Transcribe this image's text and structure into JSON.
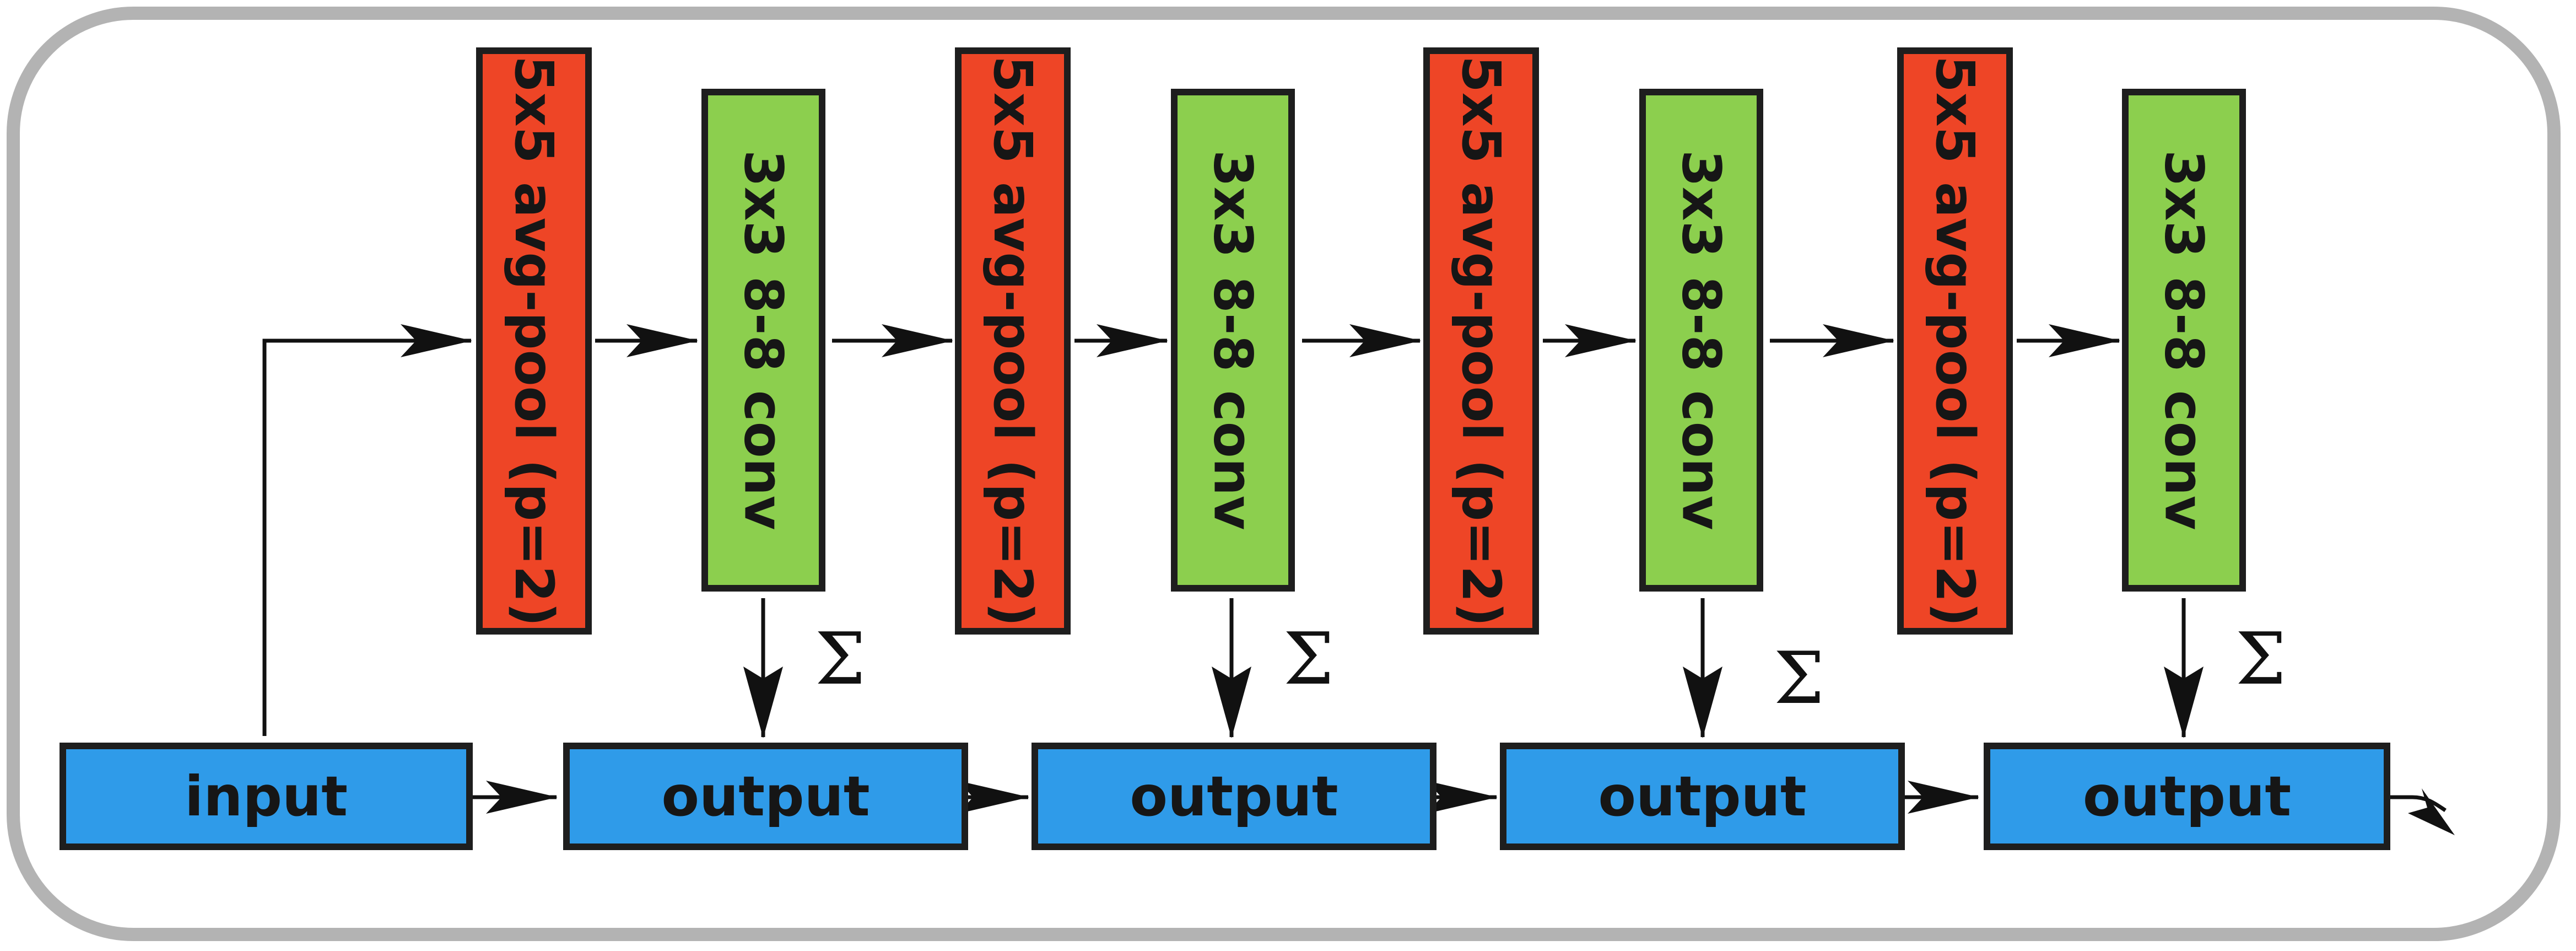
{
  "input_label": "input",
  "stages": [
    {
      "pool_label": "5x5 avg-pool (p=2)",
      "conv_label": "3x3 8-8 conv",
      "sum_symbol": "Σ",
      "output_label": "output"
    },
    {
      "pool_label": "5x5 avg-pool (p=2)",
      "conv_label": "3x3 8-8 conv",
      "sum_symbol": "Σ",
      "output_label": "output"
    },
    {
      "pool_label": "5x5 avg-pool (p=2)",
      "conv_label": "3x3 8-8 conv",
      "sum_symbol": "Σ",
      "output_label": "output"
    },
    {
      "pool_label": "5x5 avg-pool (p=2)",
      "conv_label": "3x3 8-8 conv",
      "sum_symbol": "Σ",
      "output_label": "output"
    }
  ],
  "colors": {
    "pool": "#ee4526",
    "conv": "#8ccf4e",
    "io": "#2f9be9",
    "frame": "#b3b3b3",
    "stroke": "#111111"
  }
}
